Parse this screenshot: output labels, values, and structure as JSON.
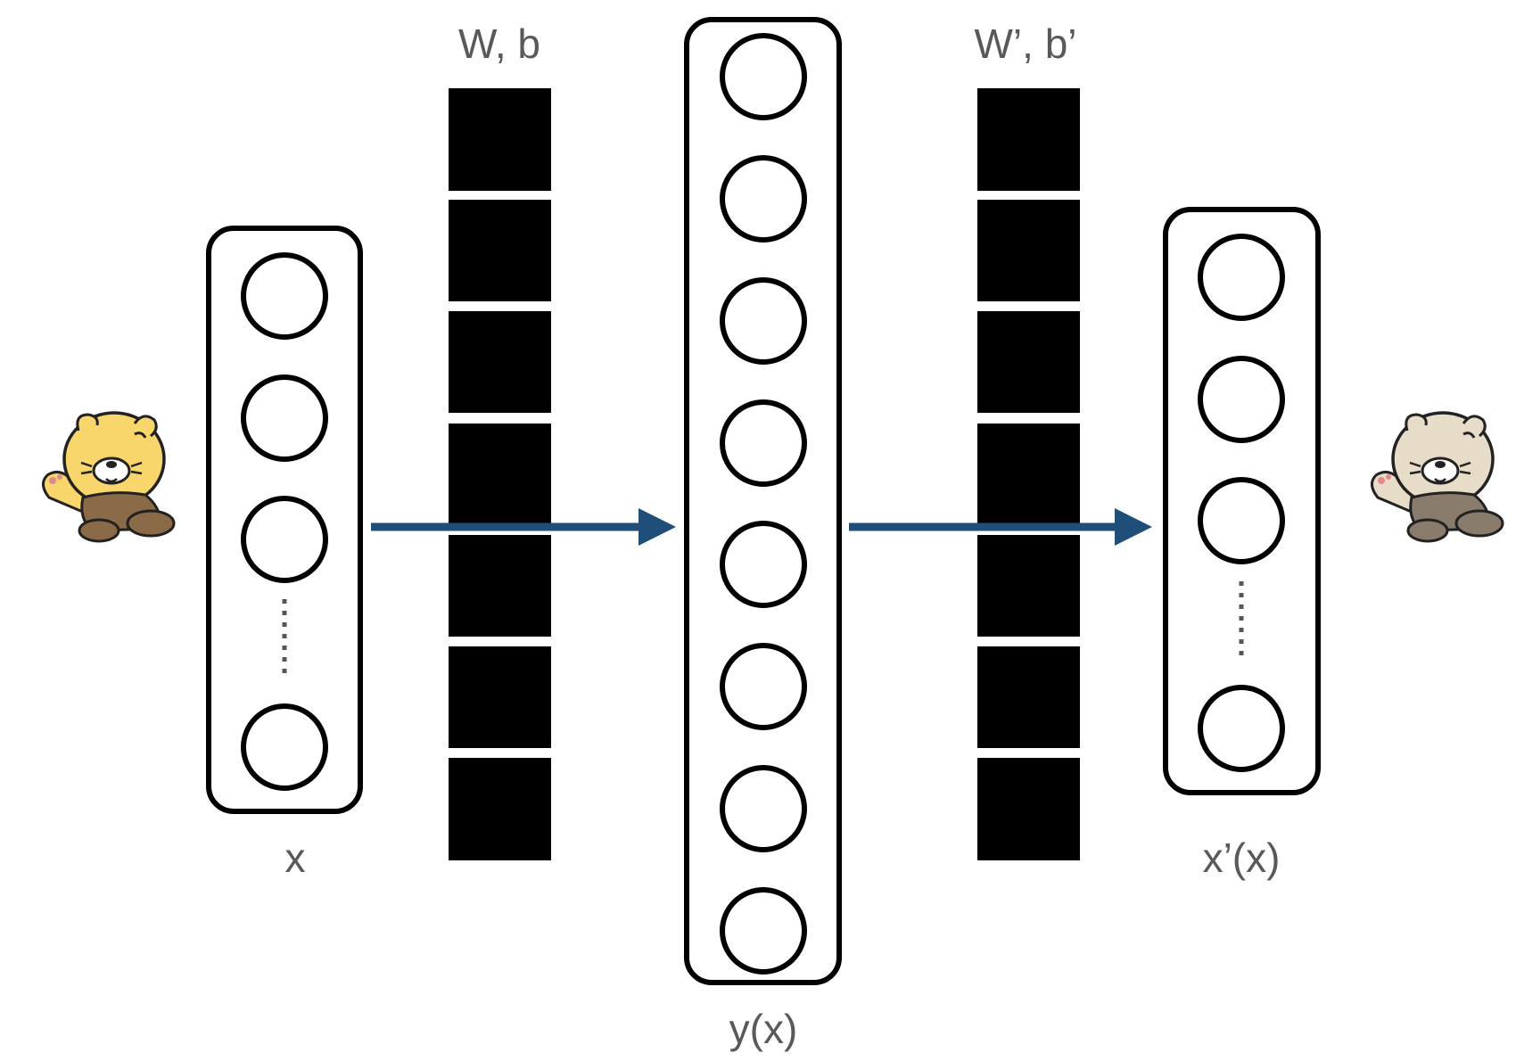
{
  "labels": {
    "encoder_params": "W, b",
    "decoder_params": "W’, b’",
    "input": "x",
    "hidden": "y(x)",
    "output": "x’(x)"
  },
  "layers": {
    "input_nodes_shown": 4,
    "hidden_nodes_shown": 8,
    "output_nodes_shown": 4,
    "input_has_ellipsis": true,
    "output_has_ellipsis": true
  },
  "weight_blocks": {
    "encoder_count": 7,
    "decoder_count": 7
  },
  "colors": {
    "arrow": "#1f4e79",
    "block": "#000000",
    "label": "#595959",
    "mascot_input": "#f9d66b",
    "mascot_output": "#e6dcc7"
  },
  "icons": {
    "input_mascot": "bear-mascot-icon",
    "output_mascot": "bear-mascot-faded-icon"
  }
}
